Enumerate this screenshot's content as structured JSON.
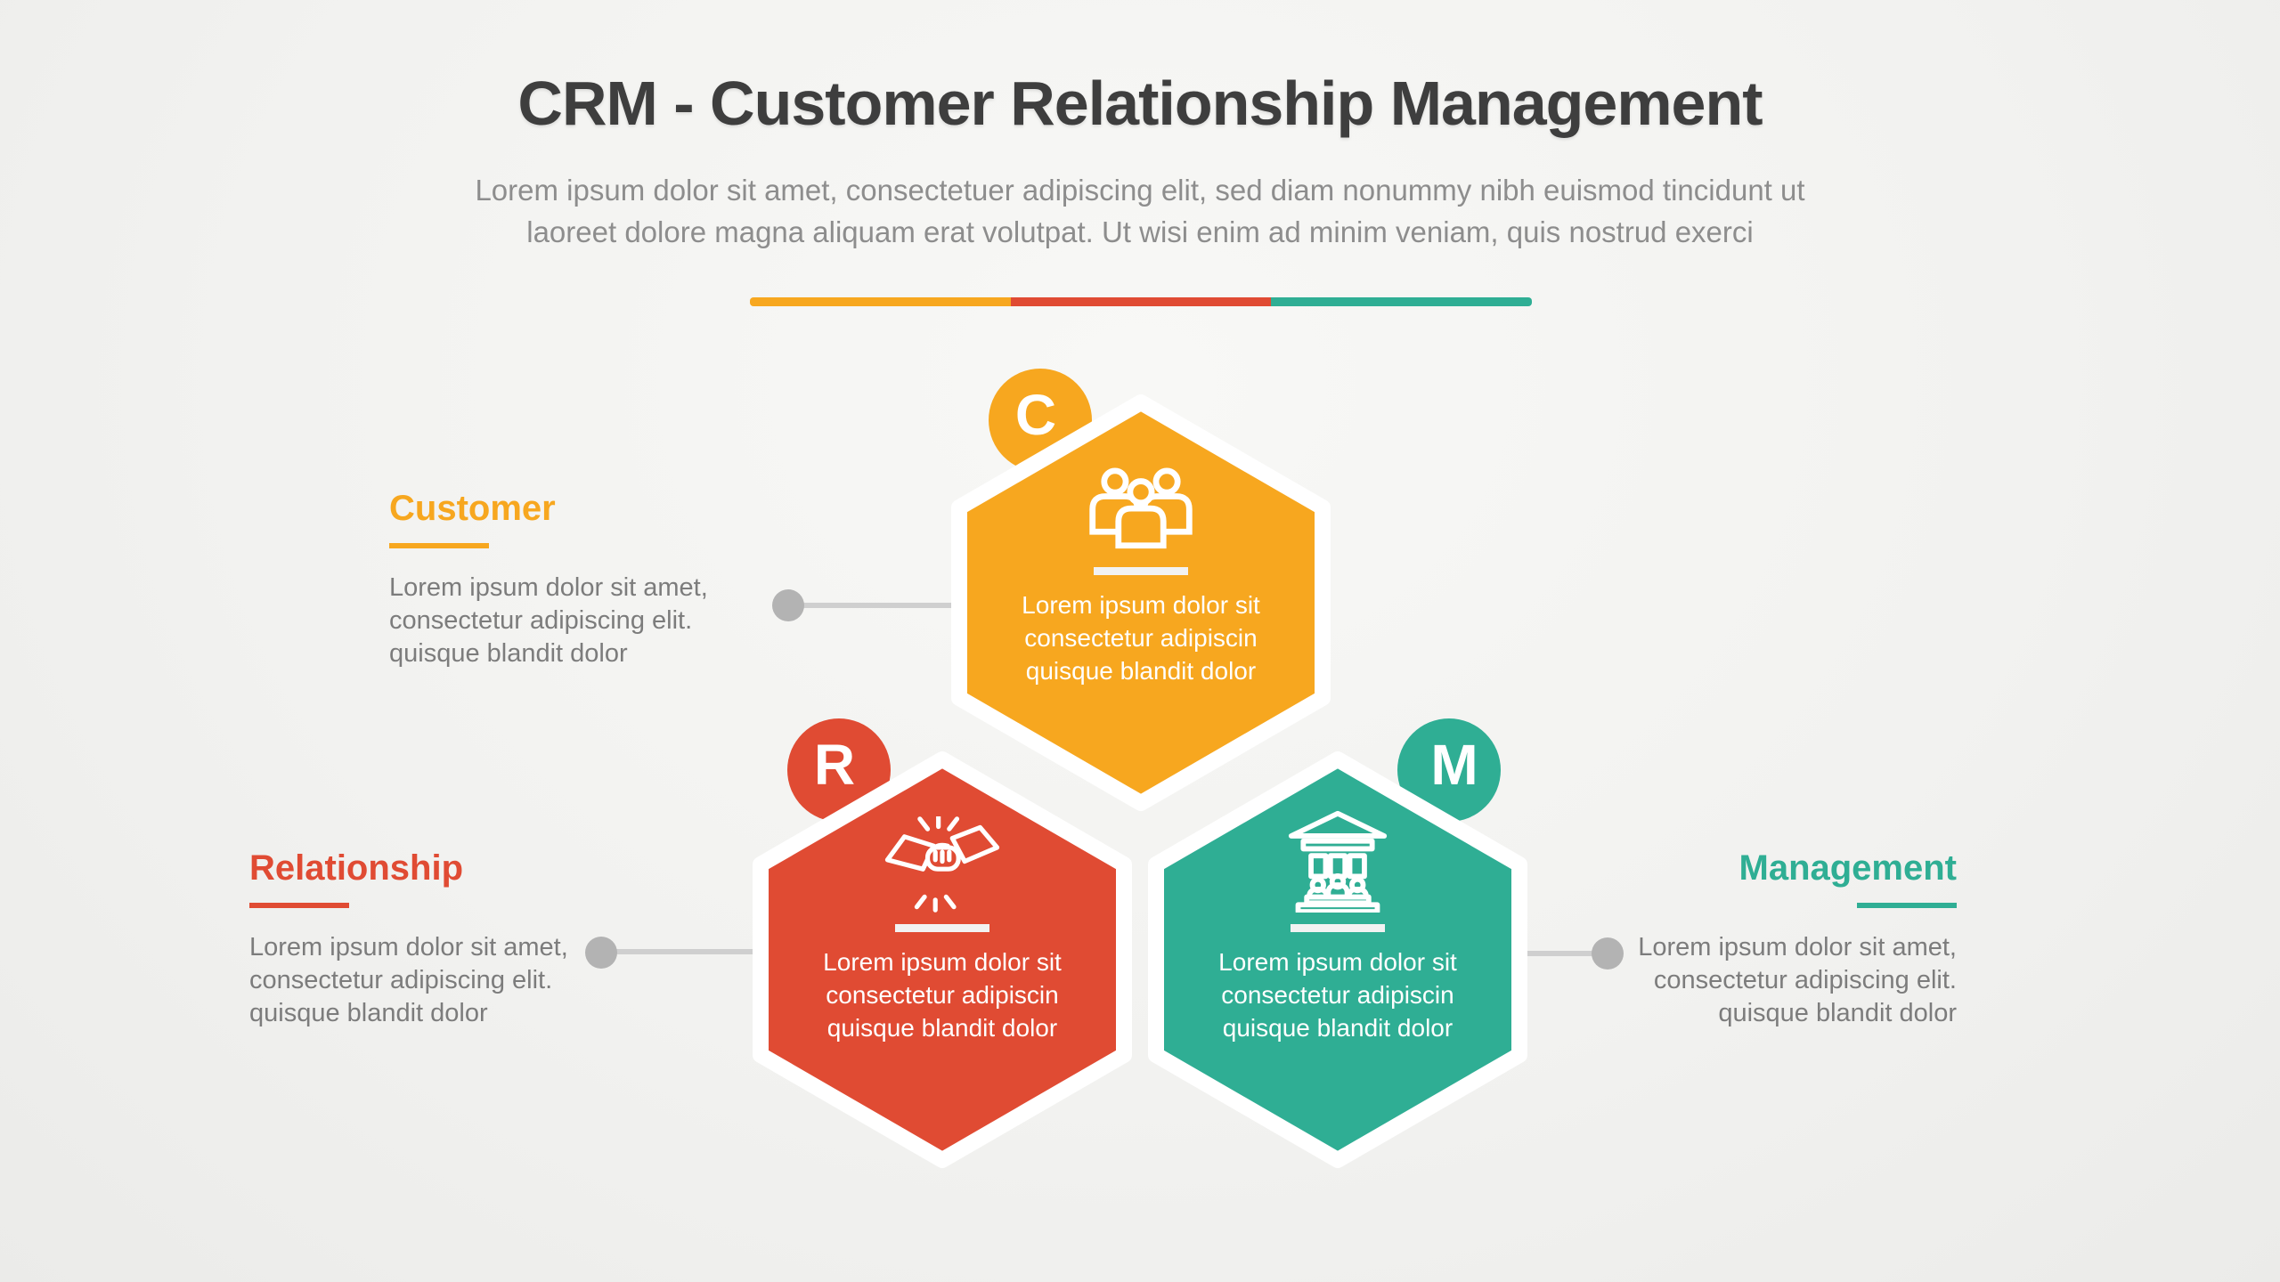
{
  "palette": {
    "orange": "#F7A71F",
    "red": "#E04B33",
    "teal": "#2FAE94",
    "title_text": "#3E3E3E",
    "subtitle_text": "#8D8D8D",
    "label_body_text": "#7C7C7C",
    "hex_text": "#FFFFFF",
    "connector_dot": "#B3B3B3",
    "connector_line": "#CFCFCF"
  },
  "header": {
    "title": "CRM - Customer Relationship Management",
    "subtitle_line1": "Lorem ipsum dolor sit amet, consectetuer adipiscing elit, sed diam nonummy nibh euismod tincidunt ut",
    "subtitle_line2": "laoreet dolore magna aliquam erat volutpat. Ut wisi enim ad minim veniam, quis nostrud exerci"
  },
  "divider": {
    "segments": [
      "#F7A71F",
      "#E04B33",
      "#2FAE94"
    ]
  },
  "hexagons": [
    {
      "id": "customer",
      "letter": "C",
      "color": "#F7A71F",
      "icon": "people-group-icon",
      "lines": [
        "Lorem ipsum dolor sit",
        "consectetur adipiscin",
        "quisque blandit dolor"
      ]
    },
    {
      "id": "relationship",
      "letter": "R",
      "color": "#E04B33",
      "icon": "handshake-icon",
      "lines": [
        "Lorem ipsum dolor sit",
        "consectetur adipiscin",
        "quisque blandit dolor"
      ]
    },
    {
      "id": "management",
      "letter": "M",
      "color": "#2FAE94",
      "icon": "bank-building-icon",
      "lines": [
        "Lorem ipsum dolor sit",
        "consectetur adipiscin",
        "quisque blandit dolor"
      ]
    }
  ],
  "labels": [
    {
      "id": "customer",
      "title": "Customer",
      "color": "#F7A71F",
      "lines": [
        "Lorem ipsum dolor sit amet,",
        "consectetur adipiscing elit.",
        "quisque blandit dolor"
      ]
    },
    {
      "id": "relationship",
      "title": "Relationship",
      "color": "#E04B33",
      "lines": [
        "Lorem ipsum dolor sit amet,",
        "consectetur adipiscing elit.",
        "quisque blandit dolor"
      ]
    },
    {
      "id": "management",
      "title": "Management",
      "color": "#2FAE94",
      "lines": [
        "Lorem ipsum dolor sit amet,",
        "consectetur adipiscing elit.",
        "quisque blandit dolor"
      ]
    }
  ]
}
